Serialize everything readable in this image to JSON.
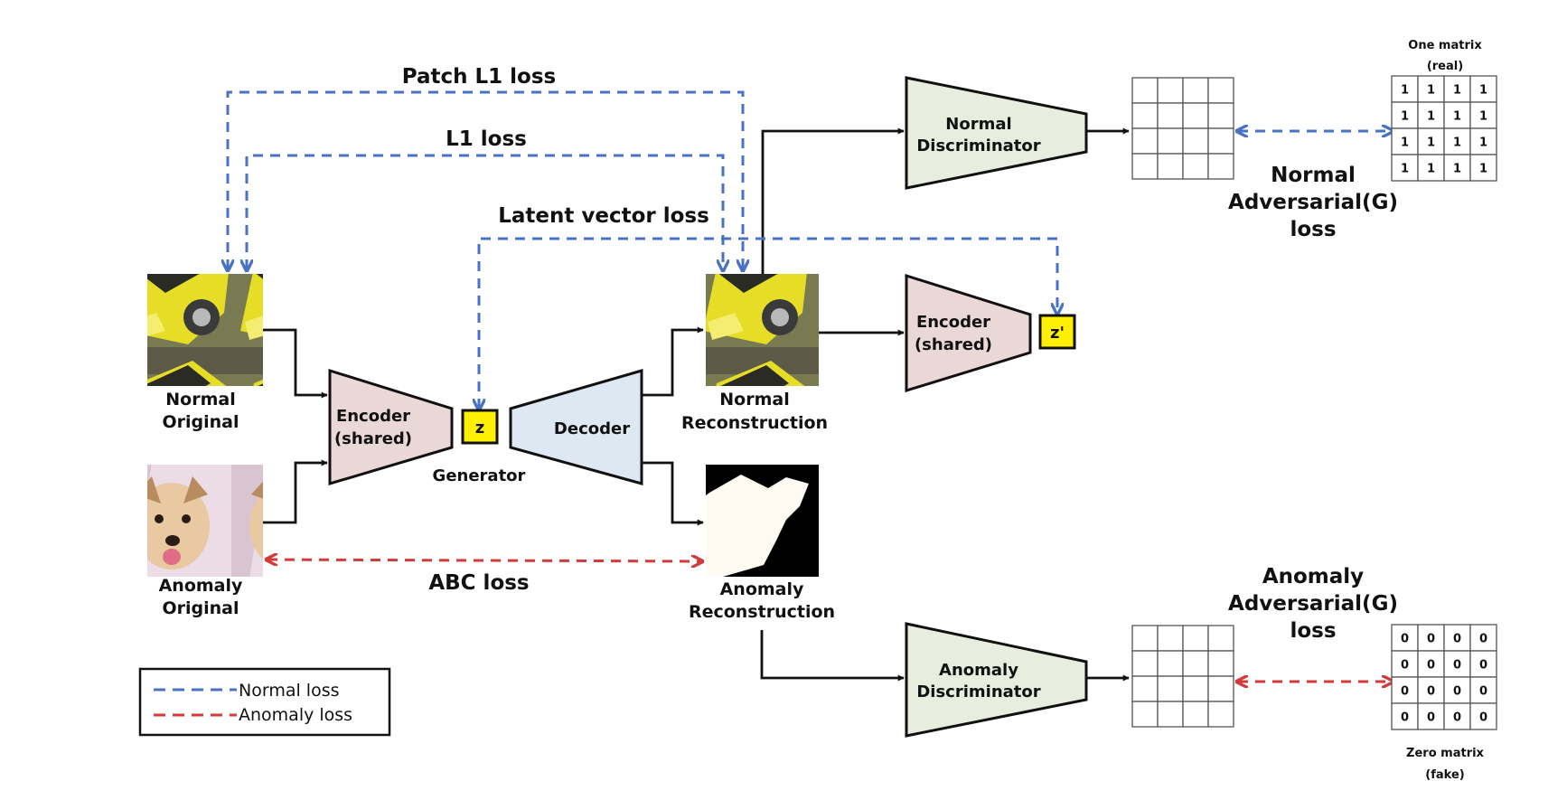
{
  "colors": {
    "normal_loss": "#4a72c4",
    "anomaly_loss": "#d33a3a",
    "encoder_fill": "#ead8d6",
    "decoder_fill": "#dde8f3",
    "discriminator_fill": "#e7eedd",
    "latent_fill": "#ffef00",
    "line": "#111111"
  },
  "losses": {
    "patch_l1": "Patch L1 loss",
    "l1": "L1 loss",
    "latent_vector": "Latent vector loss",
    "abc": "ABC loss",
    "normal_adv": [
      "Normal",
      "Adversarial(G)",
      "loss"
    ],
    "anomaly_adv": [
      "Anomaly",
      "Adversarial(G)",
      "loss"
    ]
  },
  "images": {
    "normal_original": [
      "Normal",
      "Original"
    ],
    "anomaly_original": [
      "Anomaly",
      "Original"
    ],
    "normal_reconstruction": [
      "Normal",
      "Reconstruction"
    ],
    "anomaly_reconstruction": [
      "Anomaly",
      "Reconstruction"
    ]
  },
  "blocks": {
    "encoder": [
      "Encoder",
      "(shared)"
    ],
    "z": "z",
    "decoder": "Decoder",
    "generator": "Generator",
    "encoder2": [
      "Encoder",
      "(shared)"
    ],
    "z_prime": "z'",
    "normal_disc": [
      "Normal",
      "Discriminator"
    ],
    "anomaly_disc": [
      "Anomaly",
      "Discriminator"
    ]
  },
  "matrices": {
    "one_title": [
      "One matrix",
      "(real)"
    ],
    "one_value": "1",
    "zero_title": [
      "Zero matrix",
      "(fake)"
    ],
    "zero_value": "0"
  },
  "legend": {
    "normal": "Normal  loss",
    "anomaly": "Anomaly loss"
  }
}
